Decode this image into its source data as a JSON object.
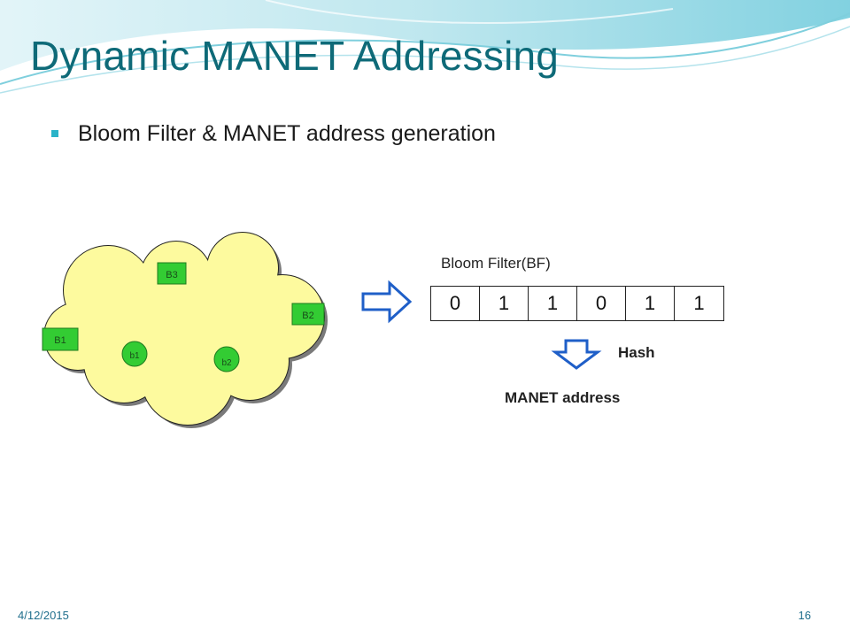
{
  "slide": {
    "title": "Dynamic MANET Addressing",
    "bullet": "Bloom Filter & MANET address generation",
    "footer_date": "4/12/2015",
    "page_number": "16"
  },
  "diagram": {
    "nodes": {
      "B1": "B1",
      "B2": "B2",
      "B3": "B3",
      "b1": "b1",
      "b2": "b2"
    },
    "bloom_filter_label": "Bloom Filter(BF)",
    "bloom_filter_bits": [
      "0",
      "1",
      "1",
      "0",
      "1",
      "1"
    ],
    "hash_label": "Hash",
    "output_label": "MANET address"
  },
  "colors": {
    "title": "#0e6a78",
    "accent": "#2ab3c8",
    "cloud_fill": "#fdfa9e",
    "node_green": "#33cc33",
    "arrow_outline": "#1f5fc8"
  }
}
